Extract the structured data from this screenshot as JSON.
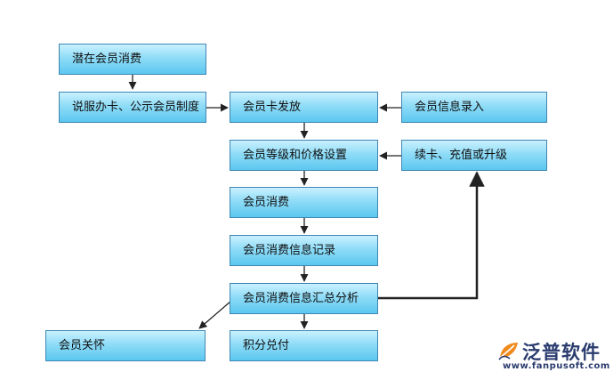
{
  "nodes": {
    "potential": "潜在会员消费",
    "persuade": "说服办卡、公示会员制度",
    "issue": "会员卡发放",
    "entry": "会员信息录入",
    "grade": "会员等级和价格设置",
    "renew": "续卡、充值或升级",
    "consume": "会员消费",
    "record": "会员消费信息记录",
    "analysis": "会员消费信息汇总分析",
    "care": "会员关怀",
    "points": "积分兑付"
  },
  "logo": {
    "brand": "泛普软件",
    "url": "www.fanpusoft.com",
    "mark": "leaf-logo-icon"
  },
  "colors": {
    "node_fill": "#8fdcf7",
    "node_border": "#3f86b3",
    "arrow": "#222222"
  }
}
